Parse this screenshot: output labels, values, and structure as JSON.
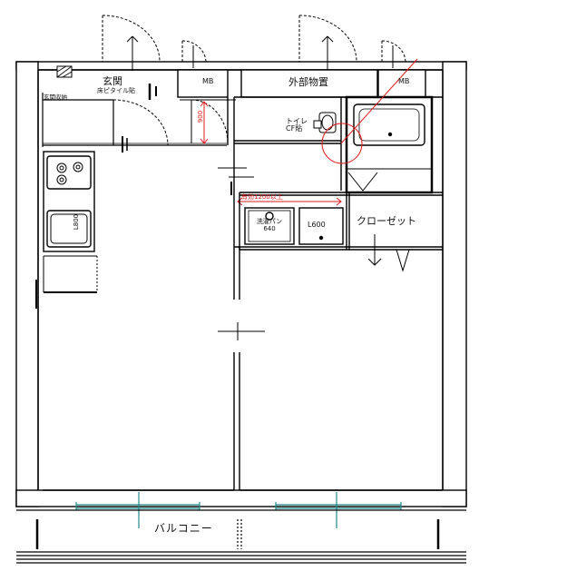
{
  "labels": {
    "entrance": "玄関",
    "entrance_sub": "床ピタイル貼",
    "entrance_storage": "玄関収納",
    "meter_box_1": "MB",
    "meter_box_2": "MB",
    "outside_storage": "外部物置",
    "toilet": "トイレ CF貼",
    "passage_width": "有効1200以上",
    "hall_dim": "900",
    "washer_pan": "洗濯パン 640",
    "fridge": "L600",
    "closet": "クローゼット",
    "stove": "L800",
    "balcony": "バルコニー"
  },
  "colors": {
    "wall": "#000000",
    "annotation": "#e21a1a",
    "window": "#1f8a8a",
    "fill_gray": "#bdbdbd"
  },
  "icons": [
    "stove-icon",
    "sink-icon",
    "toilet-icon",
    "bathtub-icon",
    "door-swing-icon",
    "window-icon",
    "sliding-door-icon"
  ]
}
